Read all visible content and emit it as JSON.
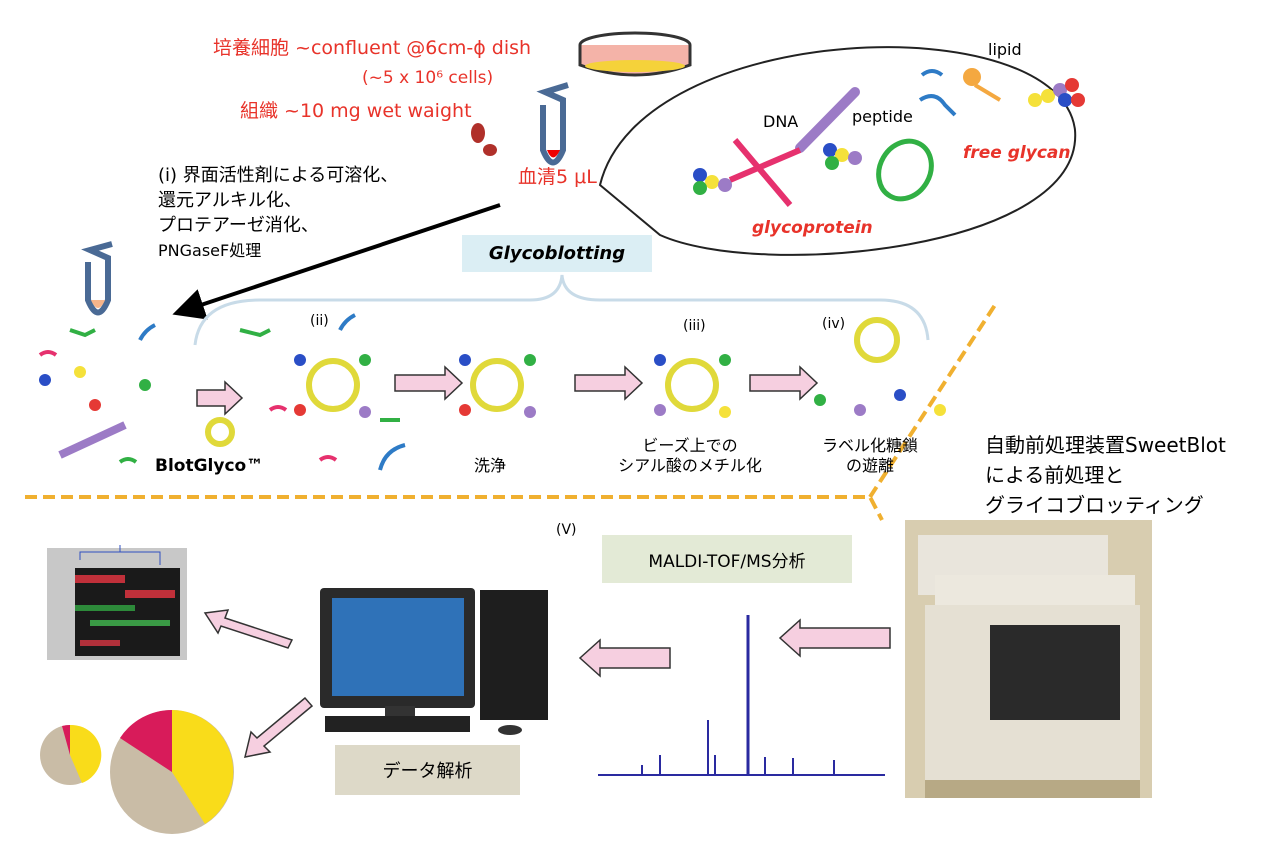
{
  "sources": {
    "cells": "培養細胞 ~confluent @6cm-ϕ dish",
    "cells_count": "(~5 x 10⁶ cells)",
    "tissue": "組織 ~10 mg wet waight",
    "serum": "血清5 μL"
  },
  "bubble": {
    "dna": "DNA",
    "peptide": "peptide",
    "lipid": "lipid",
    "free_glycan": "free glycan",
    "glycoprotein": "glycoprotein"
  },
  "step_i": [
    "(i) 界面活性剤による可溶化、",
    "還元アルキル化、",
    "プロテアーゼ消化、",
    "PNGaseF処理"
  ],
  "glycoblotting": "Glycoblotting",
  "steps": {
    "ii": "(ii)",
    "iii": "(iii)",
    "iv": "(iv)",
    "v": "(V)",
    "blotglyco": "BlotGlyco™",
    "wash": "洗浄",
    "methylation": [
      "ビーズ上での",
      "シアル酸のメチル化"
    ],
    "release": [
      "ラベル化糖鎖",
      "の遊離"
    ]
  },
  "sweetblot": [
    "自動前処理装置SweetBlot",
    "による前処理と",
    "グライコブロッティング"
  ],
  "maldi": "MALDI-TOF/MS分析",
  "analysis": "データ解析",
  "colors": {
    "red_text": "#e8332a",
    "arrow_pink": "#f6cfe0",
    "dashed_orange": "#f0b030",
    "glycoblotting_bg": "#dbeef4",
    "maldi_bg": "#e3ead6",
    "analysis_bg": "#ddd9c8",
    "pie_yellow": "#f9dc1a",
    "pie_tan": "#c9bca6",
    "pie_magenta": "#d81b5a"
  }
}
